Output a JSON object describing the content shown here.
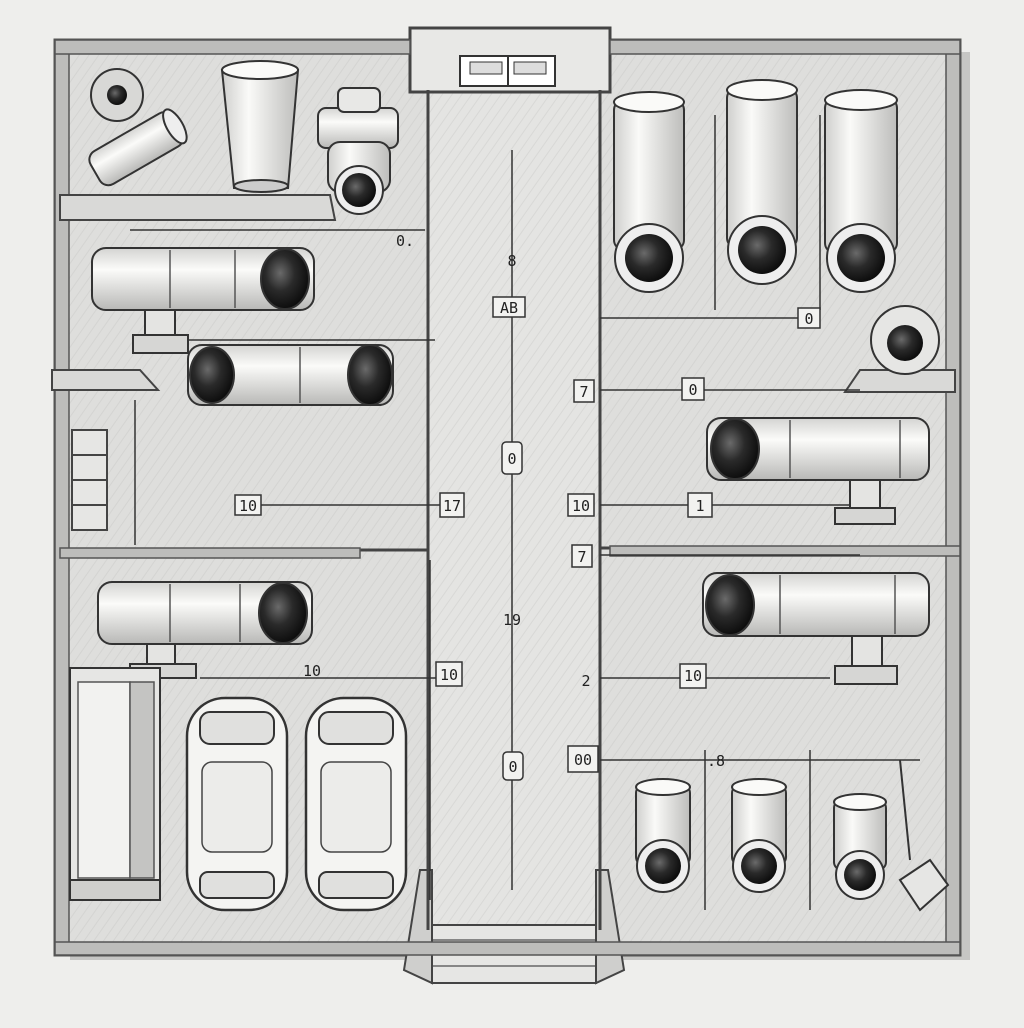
{
  "palette": {
    "paper": "#eeeeec",
    "floor": "#dcdcda",
    "wall": "#8a8a88",
    "ink": "#222222",
    "body": "#f3f3f1",
    "shadow": "#b9b9b7",
    "lens": "#1c1c1c"
  },
  "rooms": [
    {
      "name": "top-left-room"
    },
    {
      "name": "top-right-room"
    },
    {
      "name": "middle-left-room"
    },
    {
      "name": "garage-room"
    },
    {
      "name": "bottom-right-room"
    },
    {
      "name": "central-corridor"
    }
  ],
  "labels": {
    "corridor_top": "8",
    "corridor_ab": "AB",
    "corridor_mid": "0",
    "corridor_19": "19",
    "corridor_low": "0",
    "tl_shelf": "0.",
    "tr_ceiling": "0",
    "tr_7": "7",
    "tr_0": "0",
    "ml_10": "10",
    "ml_17": "17",
    "mr_10": "10",
    "mr_1": "1",
    "mr_7": "7",
    "garage_10": "10",
    "garage_10b": "10",
    "br_2": "2",
    "br_10": "10",
    "br_00": "00",
    "br_8": ".8"
  },
  "devices": [
    {
      "type": "bullet-camera",
      "room": "top-left"
    },
    {
      "type": "cup-sensor",
      "room": "top-left"
    },
    {
      "type": "ptz-camera",
      "room": "top-left"
    },
    {
      "type": "bullet-camera",
      "room": "middle-left"
    },
    {
      "type": "bullet-camera",
      "room": "middle-left"
    },
    {
      "type": "cylinder-camera",
      "room": "top-right"
    },
    {
      "type": "cylinder-camera",
      "room": "top-right"
    },
    {
      "type": "cylinder-camera",
      "room": "top-right"
    },
    {
      "type": "dome-camera",
      "room": "top-right"
    },
    {
      "type": "bullet-camera",
      "room": "middle-right"
    },
    {
      "type": "bullet-camera",
      "room": "bottom-right"
    },
    {
      "type": "bullet-camera",
      "room": "garage"
    },
    {
      "type": "car",
      "room": "garage"
    },
    {
      "type": "car",
      "room": "garage"
    },
    {
      "type": "storage-cabinet",
      "room": "garage"
    },
    {
      "type": "cylinder-camera",
      "room": "bottom-right"
    },
    {
      "type": "cylinder-camera",
      "room": "bottom-right"
    },
    {
      "type": "cylinder-camera",
      "room": "bottom-right"
    },
    {
      "type": "wall-lamp",
      "room": "bottom-right"
    }
  ]
}
